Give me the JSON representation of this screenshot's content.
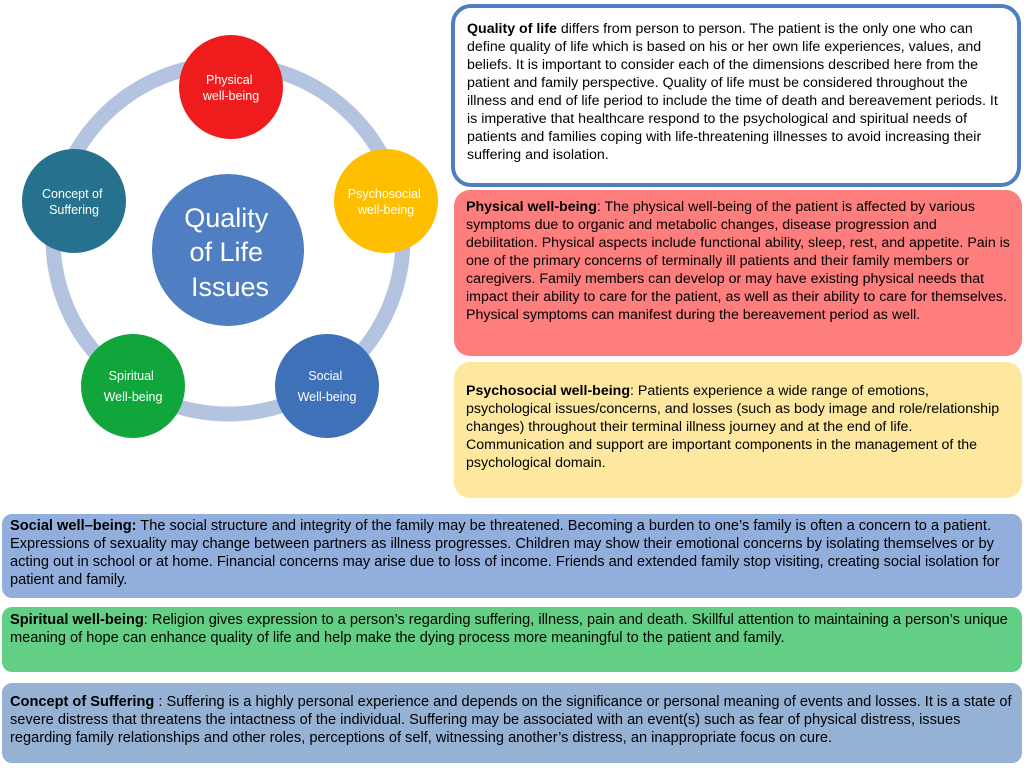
{
  "diagram": {
    "center": {
      "label_lines": [
        "Quality",
        "of Life",
        "Issues"
      ],
      "color": "#4f7fc2"
    },
    "ring_color": "#b4c3df",
    "nodes": [
      {
        "label_lines": [
          "Physical",
          "well-being"
        ],
        "color": "#ee1c1c"
      },
      {
        "label_lines": [
          "Psychosocial",
          "well-being"
        ],
        "color": "#fdbf00"
      },
      {
        "label_lines": [
          "Social",
          "Well-being"
        ],
        "color": "#3e71b7"
      },
      {
        "label_lines": [
          "Spiritual",
          "Well-being"
        ],
        "color": "#10a63b"
      },
      {
        "label_lines": [
          "Concept of",
          "Suffering"
        ],
        "color": "#26718d"
      }
    ]
  },
  "boxes": {
    "qol": {
      "heading": "Quality of life",
      "text": " differs from person to person.  The patient is the only one who can define quality of life which is based on his or her own life experiences, values, and beliefs.  It is important to consider each of the dimensions described here from the patient and family perspective.  Quality of life must be considered throughout the illness and end of life period to include the time of death and bereavement periods.  It is imperative that healthcare respond to the psychological and spiritual needs of patients and families coping with life-threatening illnesses to avoid increasing their suffering and isolation."
    },
    "physical": {
      "heading": "Physical well-being",
      "text": ": The physical well-being of the patient is affected by various symptoms due to organic and metabolic changes, disease progression and debilitation.  Physical aspects include functional ability, sleep, rest, and appetite.  Pain is one of the primary concerns of terminally ill patients and their family members or caregivers.  Family members can develop or may have existing physical needs that impact their ability to care for the patient, as well as their ability to care for themselves.  Physical symptoms can manifest during the bereavement period as well."
    },
    "psycho": {
      "heading": "Psychosocial well-being",
      "text": ":  Patients experience a wide range of emotions, psychological issues/concerns, and losses (such as body image and role/relationship changes) throughout their terminal illness journey and at the end of life.  Communication and support are important components in the management of the psychological domain."
    },
    "social": {
      "heading": "Social well–being:",
      "text": "  The social structure and integrity of the family may be threatened.  Becoming a burden to one’s family is often a concern to a patient.  Expressions of sexuality may change between partners as illness progresses.  Children may show their emotional concerns by isolating themselves or by acting out in school or at home.  Financial concerns may arise due to loss of income.  Friends and extended family stop visiting, creating social isolation for patient and family."
    },
    "spiritual": {
      "heading": "Spiritual well-being",
      "text": ":  Religion gives expression to a person’s regarding suffering, illness, pain and death.  Skillful attention to maintaining a person’s unique meaning of hope can enhance quality of life and help make the dying process more meaningful to the patient and family."
    },
    "suffering": {
      "heading": "Concept of Suffering",
      "text": " :  Suffering is a highly personal experience and depends on the significance or personal meaning of events and losses.  It is a state of severe distress that threatens the intactness of the individual.  Suffering may be associated with an event(s) such as fear of physical distress, issues regarding family relationships and other roles, perceptions of self, witnessing another’s distress, an inappropriate focus on cure."
    }
  }
}
